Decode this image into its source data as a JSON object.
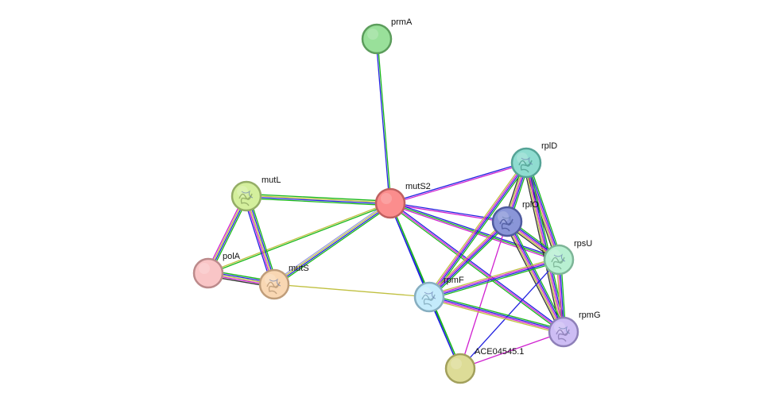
{
  "network": {
    "nodes": [
      {
        "id": "prmA",
        "label": "prmA",
        "fill": "#99e09a",
        "stroke": "#5c9d5c",
        "icon": "none"
      },
      {
        "id": "mutS2",
        "label": "mutS2",
        "fill": "#fb8d8d",
        "stroke": "#c06060",
        "icon": "none"
      },
      {
        "id": "mutL",
        "label": "mutL",
        "fill": "#d4ef9d",
        "stroke": "#94ad66",
        "icon": "protein-structure-icon"
      },
      {
        "id": "polA",
        "label": "polA",
        "fill": "#f9c5c6",
        "stroke": "#bc8a8b",
        "icon": "none"
      },
      {
        "id": "mutS",
        "label": "mutS",
        "fill": "#f9d7b3",
        "stroke": "#bf9d7a",
        "icon": "protein-structure-icon"
      },
      {
        "id": "rplD",
        "label": "rplD",
        "fill": "#8fdcd0",
        "stroke": "#55a396",
        "icon": "protein-structure-icon"
      },
      {
        "id": "rplO",
        "label": "rplO",
        "fill": "#8a96d8",
        "stroke": "#4f5b9f",
        "icon": "protein-structure-icon"
      },
      {
        "id": "rpsU",
        "label": "rpsU",
        "fill": "#b8f0d2",
        "stroke": "#7db597",
        "icon": "protein-structure-icon"
      },
      {
        "id": "rpmF",
        "label": "rpmF",
        "fill": "#c4ebfb",
        "stroke": "#86aec0",
        "icon": "protein-structure-icon"
      },
      {
        "id": "rpmG",
        "label": "rpmG",
        "fill": "#cdbdf4",
        "stroke": "#8e80b8",
        "icon": "protein-structure-icon"
      },
      {
        "id": "ACE04545.1",
        "label": "ACE04545.1",
        "fill": "#dddc97",
        "stroke": "#a2a05c",
        "icon": "none"
      }
    ],
    "edges": [
      {
        "from": "prmA",
        "to": "mutS2",
        "colors": [
          "#19b81a",
          "#2020e0"
        ]
      },
      {
        "from": "mutS2",
        "to": "mutL",
        "colors": [
          "#19b81a",
          "#2020e0",
          "#c0c040",
          "#19b81a"
        ]
      },
      {
        "from": "mutS2",
        "to": "mutS",
        "colors": [
          "#19b81a",
          "#2020e0",
          "#c0c040",
          "#a0a0e0"
        ]
      },
      {
        "from": "mutS2",
        "to": "polA",
        "colors": [
          "#19b81a",
          "#c0c040"
        ]
      },
      {
        "from": "mutS2",
        "to": "rplD",
        "colors": [
          "#2020e0",
          "#d020d0"
        ]
      },
      {
        "from": "mutS2",
        "to": "rplO",
        "colors": [
          "#2020e0",
          "#d020d0"
        ]
      },
      {
        "from": "mutS2",
        "to": "rpsU",
        "colors": [
          "#2020e0",
          "#19b81a",
          "#d020d0"
        ]
      },
      {
        "from": "mutS2",
        "to": "rpmF",
        "colors": [
          "#19b81a",
          "#2020e0"
        ]
      },
      {
        "from": "mutS2",
        "to": "rpmG",
        "colors": [
          "#2020e0",
          "#d020d0",
          "#19b81a"
        ]
      },
      {
        "from": "mutS2",
        "to": "ACE04545.1",
        "colors": [
          "#19b81a",
          "#2020e0"
        ]
      },
      {
        "from": "mutL",
        "to": "polA",
        "colors": [
          "#19b81a",
          "#2020e0",
          "#c0c040",
          "#d020d0"
        ]
      },
      {
        "from": "mutL",
        "to": "mutS",
        "colors": [
          "#19b81a",
          "#2020e0",
          "#c0c040",
          "#d020d0",
          "#2020e0"
        ]
      },
      {
        "from": "polA",
        "to": "mutS",
        "colors": [
          "#19b81a",
          "#2020e0",
          "#c0c040",
          "#d020d0",
          "#333333"
        ]
      },
      {
        "from": "mutS",
        "to": "rpmF",
        "colors": [
          "#c0c040"
        ]
      },
      {
        "from": "rplD",
        "to": "rplO",
        "colors": [
          "#19b81a",
          "#2020e0",
          "#d020d0",
          "#c0c040",
          "#333333"
        ]
      },
      {
        "from": "rplD",
        "to": "rpsU",
        "colors": [
          "#19b81a",
          "#2020e0",
          "#d020d0",
          "#c0c040",
          "#333333"
        ]
      },
      {
        "from": "rplD",
        "to": "rpmF",
        "colors": [
          "#19b81a",
          "#2020e0",
          "#d020d0",
          "#c0c040"
        ]
      },
      {
        "from": "rplD",
        "to": "rpmG",
        "colors": [
          "#19b81a",
          "#2020e0",
          "#d020d0",
          "#c0c040",
          "#333333"
        ]
      },
      {
        "from": "rplO",
        "to": "rpsU",
        "colors": [
          "#19b81a",
          "#2020e0",
          "#d020d0",
          "#c0c040",
          "#333333"
        ]
      },
      {
        "from": "rplO",
        "to": "rpmF",
        "colors": [
          "#19b81a",
          "#2020e0",
          "#d020d0",
          "#c0c040"
        ]
      },
      {
        "from": "rplO",
        "to": "rpmG",
        "colors": [
          "#19b81a",
          "#2020e0",
          "#d020d0",
          "#c0c040",
          "#333333"
        ]
      },
      {
        "from": "rplO",
        "to": "ACE04545.1",
        "colors": [
          "#d020d0"
        ]
      },
      {
        "from": "rpsU",
        "to": "rpmF",
        "colors": [
          "#19b81a",
          "#2020e0",
          "#d020d0",
          "#c0c040"
        ]
      },
      {
        "from": "rpsU",
        "to": "rpmG",
        "colors": [
          "#19b81a",
          "#2020e0",
          "#d020d0",
          "#c0c040"
        ]
      },
      {
        "from": "rpsU",
        "to": "ACE04545.1",
        "colors": [
          "#2020e0"
        ]
      },
      {
        "from": "rpmF",
        "to": "rpmG",
        "colors": [
          "#19b81a",
          "#2020e0",
          "#d020d0",
          "#c0c040"
        ]
      },
      {
        "from": "rpmF",
        "to": "ACE04545.1",
        "colors": [
          "#19b81a",
          "#2020e0"
        ]
      },
      {
        "from": "rpmG",
        "to": "ACE04545.1",
        "colors": [
          "#d020d0"
        ]
      }
    ]
  }
}
